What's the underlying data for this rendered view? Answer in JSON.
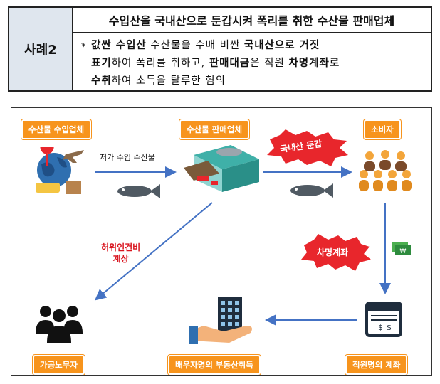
{
  "header": {
    "case_label": "사례2",
    "title": "수입산을 국내산으로 둔갑시켜 폭리를 취한 수산물 판매업체",
    "bullet": "*",
    "description": [
      [
        {
          "t": "값싼 수입산",
          "b": true
        },
        {
          "t": " 수산물을 수배 비싼 ",
          "b": false
        },
        {
          "t": "국내산으로 거짓",
          "b": true
        }
      ],
      [
        {
          "t": "표기",
          "b": true
        },
        {
          "t": "하여 폭리를 취하고, ",
          "b": false
        },
        {
          "t": "판매대금",
          "b": true
        },
        {
          "t": "은 직원 ",
          "b": false
        },
        {
          "t": "차명계좌로",
          "b": true
        }
      ],
      [
        {
          "t": "수취",
          "b": true
        },
        {
          "t": "하여 소득을 탈루한 혐의",
          "b": false
        }
      ]
    ]
  },
  "nodes": {
    "importer": "수산물 수입업체",
    "seller": "수산물 판매업체",
    "consumer": "소비자",
    "worker": "가공노무자",
    "realestate": "배우자명의 부동산취득",
    "account": "직원명의 계좌"
  },
  "edges": {
    "cheap_import": "저가 수입 수산물",
    "disguise": "국내산 둔갑",
    "borrowed_account": "차명계좌",
    "fake_labor_1": "허위인건비",
    "fake_labor_2": "계상"
  },
  "colors": {
    "label_orange": "#f7941d",
    "arrow_blue": "#4472c4",
    "burst_red": "#e8262c",
    "note_red": "#d9141e"
  },
  "icons": [
    "globe-plane-icon",
    "store-icon",
    "fish-icon",
    "people-group-icon",
    "money-icon",
    "ledger-icon",
    "hand-building-icon",
    "workers-icon"
  ]
}
